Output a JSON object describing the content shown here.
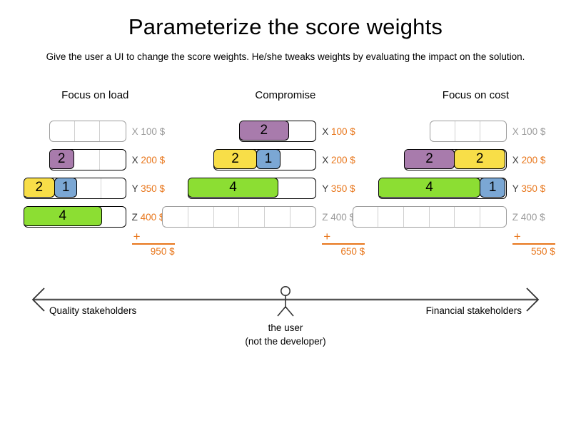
{
  "header": {
    "title": "Parameterize the score weights",
    "subtitle": "Give the user a UI to change the score weights. He/she tweaks weights by evaluating the impact on the solution."
  },
  "palette": {
    "purple": "#A87BAC",
    "yellow": "#F8DE48",
    "green": "#8CDE33",
    "blue": "#7BA7D4",
    "orange": "#E8761B",
    "gray": "#9a9a9a"
  },
  "columns": [
    {
      "title": "Focus on load",
      "rows": [
        {
          "key": "X",
          "amount": "100 $",
          "dim": true,
          "cells": 3,
          "segments": []
        },
        {
          "key": "X",
          "amount": "200 $",
          "dim": false,
          "cells": 3,
          "segments": [
            {
              "value": "2",
              "color": "purple",
              "span": 1
            }
          ]
        },
        {
          "key": "Y",
          "amount": "350 $",
          "dim": false,
          "cells": 4,
          "segments": [
            {
              "value": "2",
              "color": "yellow",
              "span": 1.25
            },
            {
              "value": "1",
              "color": "blue",
              "span": 0.9
            }
          ]
        },
        {
          "key": "Z",
          "amount": "400 $",
          "dim": false,
          "cells": 4,
          "segments": [
            {
              "value": "4",
              "color": "green",
              "span": 3.1
            }
          ]
        }
      ],
      "sum_plus": "+",
      "sum_total": "950 $"
    },
    {
      "title": "Compromise",
      "rows": [
        {
          "key": "X",
          "amount": "100 $",
          "dim": false,
          "cells": 3,
          "segments": [
            {
              "value": "2",
              "color": "purple",
              "span": 1.95
            }
          ]
        },
        {
          "key": "X",
          "amount": "200 $",
          "dim": false,
          "cells": 4,
          "segments": [
            {
              "value": "2",
              "color": "yellow",
              "span": 1.7
            },
            {
              "value": "1",
              "color": "blue",
              "span": 0.95
            }
          ]
        },
        {
          "key": "Y",
          "amount": "350 $",
          "dim": false,
          "cells": 5,
          "segments": [
            {
              "value": "4",
              "color": "green",
              "span": 3.55
            }
          ]
        },
        {
          "key": "Z",
          "amount": "400 $",
          "dim": true,
          "cells": 6,
          "segments": []
        }
      ],
      "sum_plus": "+",
      "sum_total": "650 $"
    },
    {
      "title": "Focus on cost",
      "rows": [
        {
          "key": "X",
          "amount": "100 $",
          "dim": true,
          "cells": 3,
          "segments": []
        },
        {
          "key": "X",
          "amount": "200 $",
          "dim": false,
          "cells": 4,
          "segments": [
            {
              "value": "2",
              "color": "purple",
              "span": 2
            },
            {
              "value": "2",
              "color": "yellow",
              "span": 2
            }
          ]
        },
        {
          "key": "Y",
          "amount": "350 $",
          "dim": false,
          "cells": 5,
          "segments": [
            {
              "value": "4",
              "color": "green",
              "span": 4
            },
            {
              "value": "1",
              "color": "blue",
              "span": 1
            }
          ]
        },
        {
          "key": "Z",
          "amount": "400 $",
          "dim": true,
          "cells": 6,
          "segments": []
        }
      ],
      "sum_plus": "+",
      "sum_total": "550 $"
    }
  ],
  "axis": {
    "left_label": "Quality stakeholders",
    "right_label": "Financial stakeholders",
    "user_line1": "the user",
    "user_line2": "(not the developer)"
  }
}
